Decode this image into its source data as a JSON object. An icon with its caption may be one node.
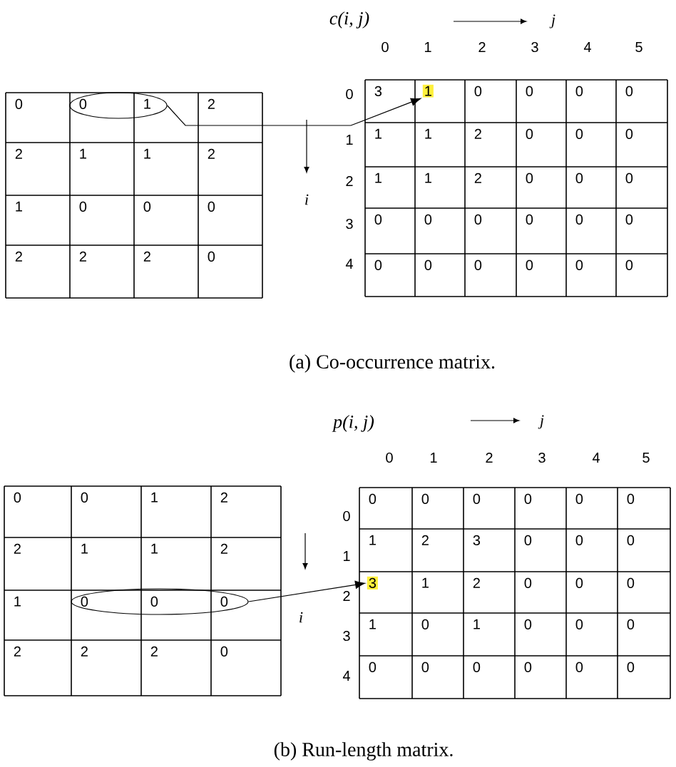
{
  "diagram": {
    "nodes": [
      {
        "text": [],
        "shape": "ellipse"
      },
      {
        "text": [
          "1"
        ]
      },
      {
        "text": [],
        "shape": "ellipse"
      },
      {
        "text": [
          "3"
        ]
      }
    ],
    "edges": [
      {
        "from": 0,
        "to": 1,
        "arrow": "to"
      },
      {
        "from": 2,
        "to": 3,
        "arrow": "to"
      }
    ],
    "labels": [
      "c(i, j)",
      "j",
      "0",
      "1",
      "2",
      "3",
      "4",
      "5",
      "0",
      "0",
      "1",
      "2",
      "2",
      "1",
      "1",
      "2",
      "1",
      "0",
      "0",
      "0",
      "2",
      "2",
      "2",
      "0",
      "i",
      "0",
      "3",
      "0",
      "0",
      "0",
      "0",
      "1",
      "1",
      "1",
      "2",
      "0",
      "0",
      "0",
      "2",
      "1",
      "1",
      "2",
      "0",
      "0",
      "0",
      "3",
      "0",
      "0",
      "0",
      "0",
      "0",
      "0",
      "4",
      "0",
      "0",
      "0",
      "0",
      "0",
      "0",
      "(a)   Co-occurrence matrix.",
      "p(i, j)",
      "j",
      "0",
      "1",
      "2",
      "3",
      "4",
      "5",
      "0",
      "0",
      "1",
      "2",
      "2",
      "1",
      "1",
      "2",
      "1",
      "0",
      "0",
      "0",
      "2",
      "2",
      "2",
      "0",
      "i",
      "0",
      "0",
      "0",
      "0",
      "0",
      "0",
      "0",
      "1",
      "1",
      "2",
      "3",
      "0",
      "0",
      "0",
      "2",
      "1",
      "2",
      "0",
      "0",
      "0",
      "3",
      "1",
      "0",
      "1",
      "0",
      "0",
      "0",
      "4",
      "0",
      "0",
      "0",
      "0",
      "0",
      "0",
      "(b)   Run-length matrix."
    ]
  }
}
